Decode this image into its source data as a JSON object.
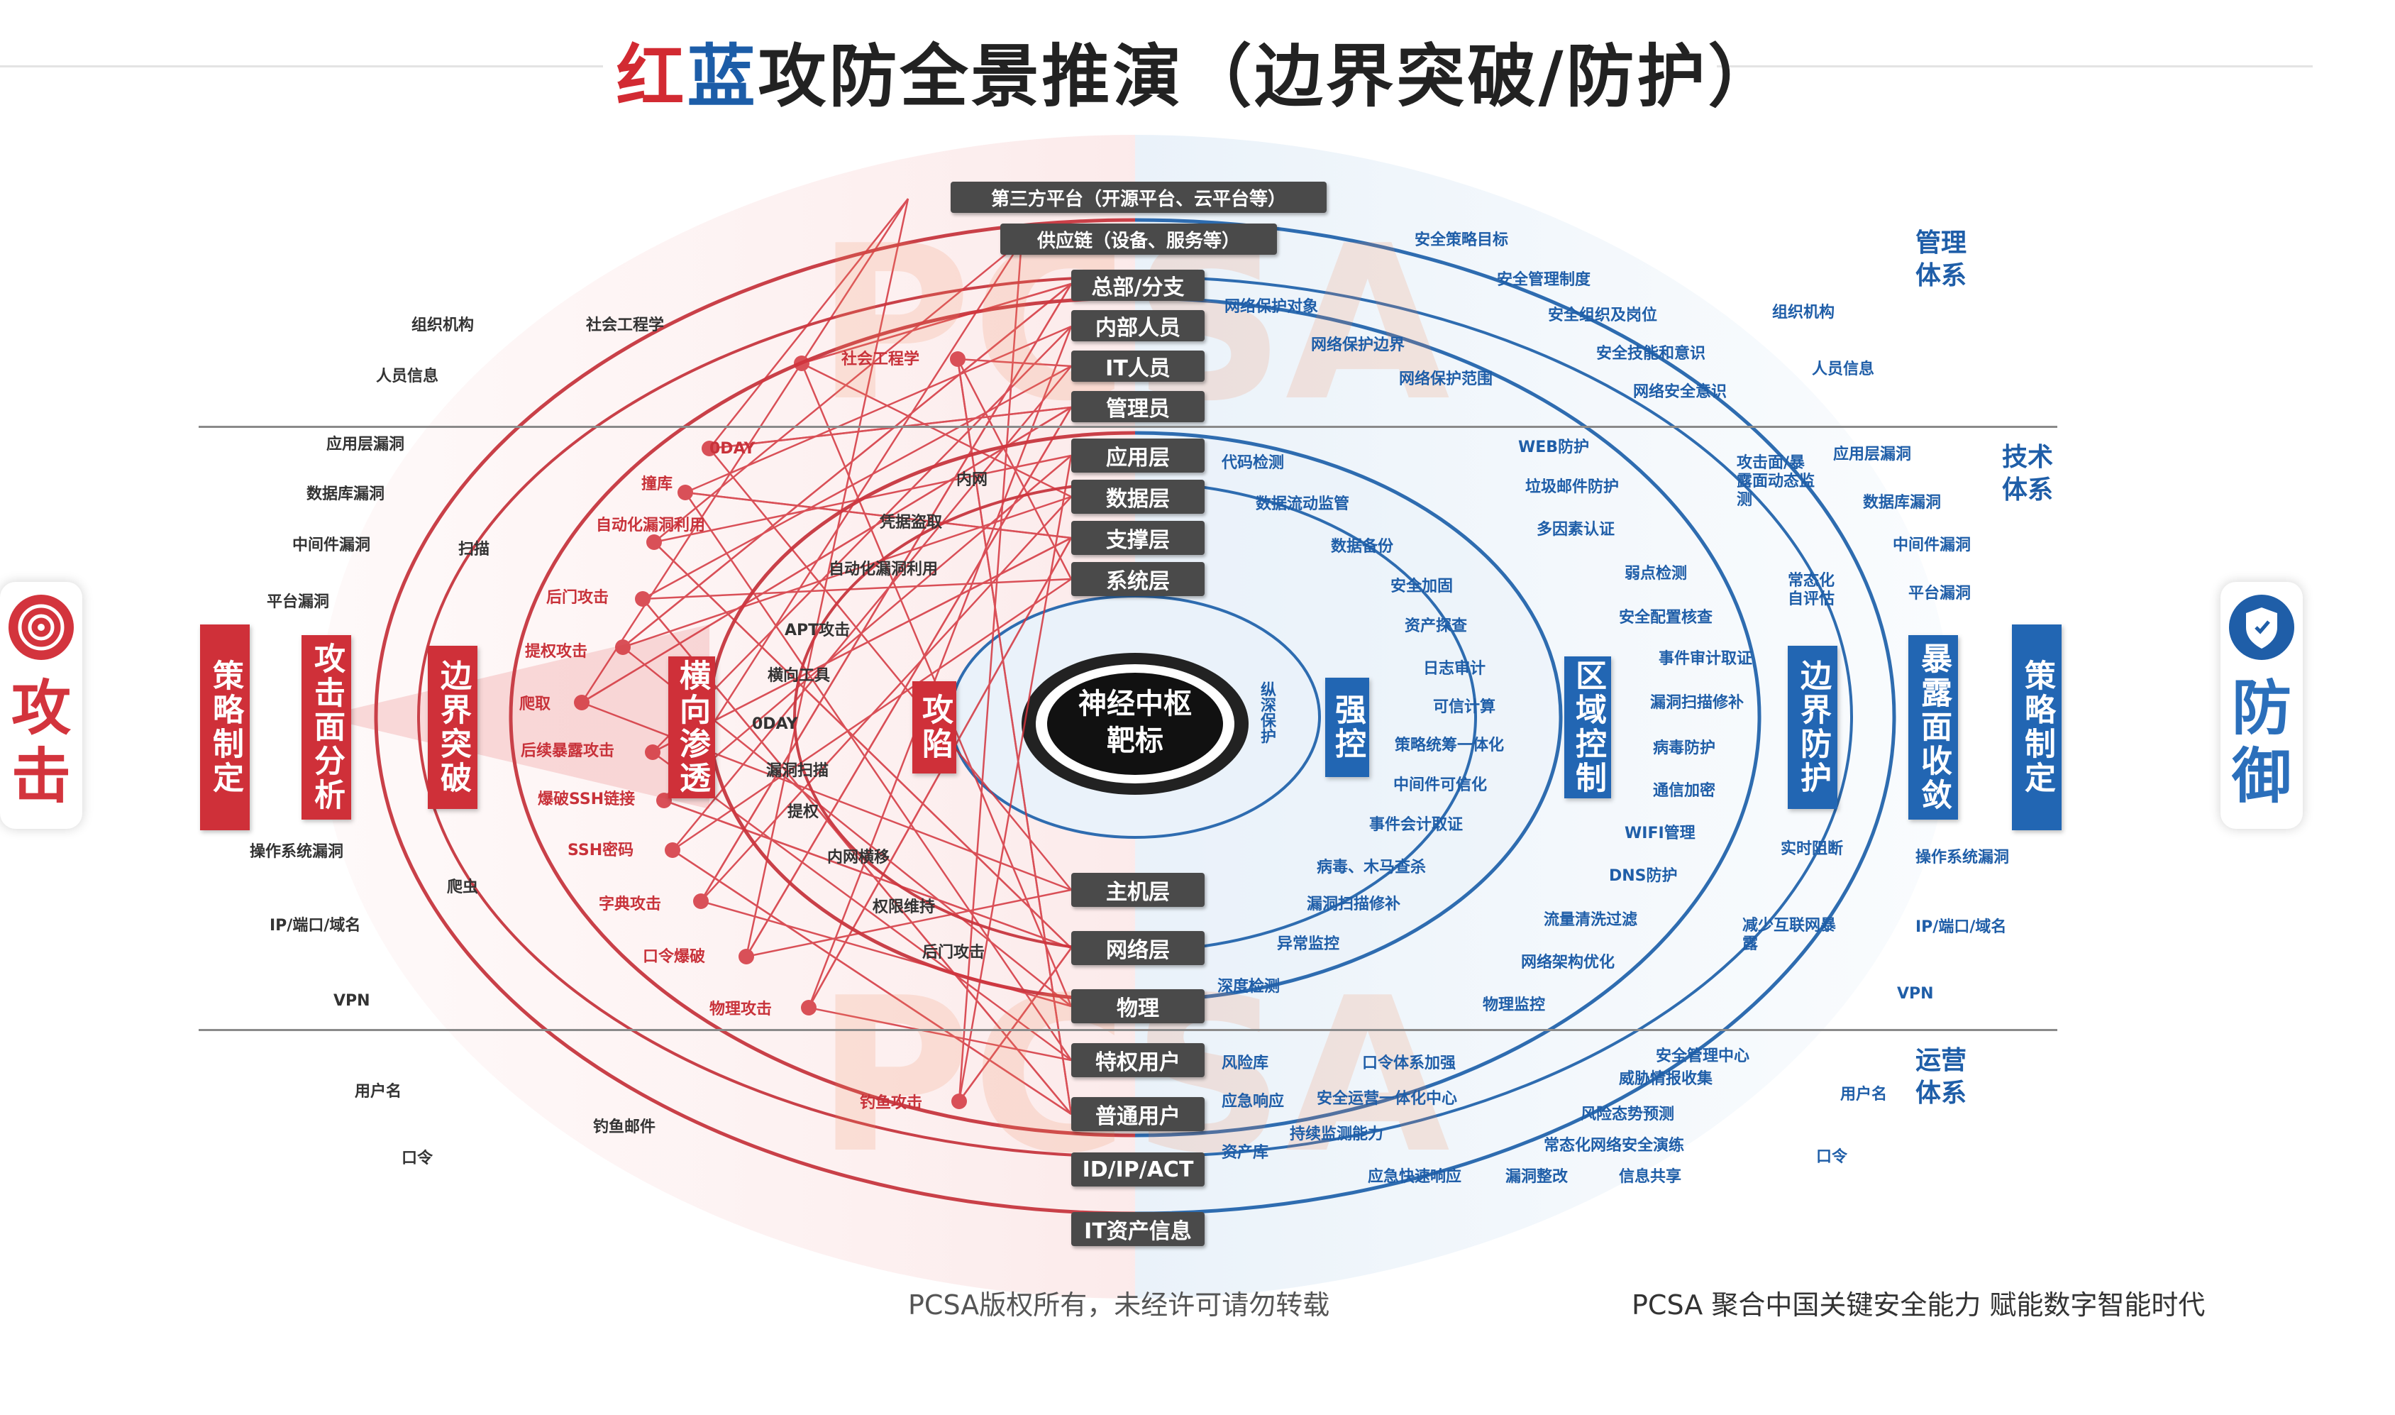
{
  "title": {
    "part_red": "红",
    "part_blue": "蓝",
    "rest": "攻防全景推演（边界突破/防护）"
  },
  "side": {
    "attack": "攻击",
    "defense": "防御"
  },
  "red_bars": [
    "策略制定",
    "攻击面分析",
    "边界突破",
    "横向渗透",
    "攻陷"
  ],
  "blue_bars": [
    "强控",
    "区域控制",
    "边界防护",
    "暴露面收敛",
    "策略制定"
  ],
  "top_platforms": [
    "第三方平台（开源平台、云平台等）",
    "供应链（设备、服务等）"
  ],
  "layers": [
    "总部/分支",
    "内部人员",
    "IT人员",
    "管理员",
    "应用层",
    "数据层",
    "支撑层",
    "系统层",
    "主机层",
    "网络层",
    "物理",
    "特权用户",
    "普通用户",
    "ID/IP/ACT",
    "IT资产信息"
  ],
  "center": {
    "line1": "神经中枢",
    "line2": "靶标",
    "ring": "纵深保护"
  },
  "systems": {
    "mgmt": "管理\n体系",
    "tech": "技术\n体系",
    "ops": "运营\n体系"
  },
  "left_outer": [
    "组织机构",
    "人员信息",
    "应用层漏洞",
    "数据库漏洞",
    "中间件漏洞",
    "平台漏洞",
    "操作系统漏洞",
    "IP/端口/域名",
    "VPN",
    "用户名",
    "口令"
  ],
  "left_mid": [
    "社会工程学",
    "扫描",
    "爬虫",
    "钓鱼邮件"
  ],
  "attack_methods": [
    "社会工程学",
    "0DAY",
    "撞库",
    "自动化漏洞利用",
    "后门攻击",
    "提权攻击",
    "爬取",
    "后续暴露攻击",
    "爆破SSH链接",
    "SSH密码",
    "字典攻击",
    "口令爆破",
    "物理攻击",
    "钓鱼攻击"
  ],
  "inner_methods": [
    "凭据盗取",
    "内网",
    "APT攻击",
    "横向工具",
    "0DAY",
    "漏洞扫描",
    "提权",
    "内网横移",
    "权限维持",
    "后门攻击",
    "自动化漏洞利用"
  ],
  "right_mgmt": [
    "安全策略目标",
    "安全管理制度",
    "安全组织及岗位",
    "安全技能和意识",
    "网络安全意识",
    "网络保护对象",
    "网络保护边界",
    "网络保护范围"
  ],
  "right_tech": [
    "代码检测",
    "数据流动监管",
    "数据备份",
    "安全加固",
    "资产探查",
    "日志审计",
    "可信计算",
    "策略统筹一体化",
    "中间件可信化",
    "事件会计取证",
    "病毒、木马查杀",
    "漏洞扫描修补",
    "异常监控",
    "深度检测",
    "WEB防护",
    "垃圾邮件防护",
    "多因素认证",
    "弱点检测",
    "安全配置核查",
    "事件审计取证",
    "漏洞扫描修补",
    "病毒防护",
    "通信加密",
    "WIFI管理",
    "DNS防护",
    "流量清洗过滤",
    "网络架构优化",
    "物理监控"
  ],
  "right_ops": [
    "安全管理中心",
    "威胁情报收集",
    "风险态势预测",
    "常态化网络安全演练",
    "信息共享",
    "应急快速响应",
    "漏洞整改",
    "口令体系加强",
    "安全运营一体化中心",
    "持续监测能力",
    "应急响应",
    "风险库",
    "资产库"
  ],
  "right_mid": [
    "攻击面/暴露面动态监测",
    "常态化自评估",
    "实时阻断",
    "减少互联网暴露"
  ],
  "right_outer": [
    "组织机构",
    "人员信息",
    "应用层漏洞",
    "数据库漏洞",
    "中间件漏洞",
    "平台漏洞",
    "操作系统漏洞",
    "IP/端口/域名",
    "VPN",
    "用户名",
    "口令"
  ],
  "watermark": "PCSA",
  "footer": {
    "copyright": "PCSA版权所有，未经许可请勿转载",
    "slogan": "PCSA 聚合中国关键安全能力   赋能数字智能时代"
  }
}
